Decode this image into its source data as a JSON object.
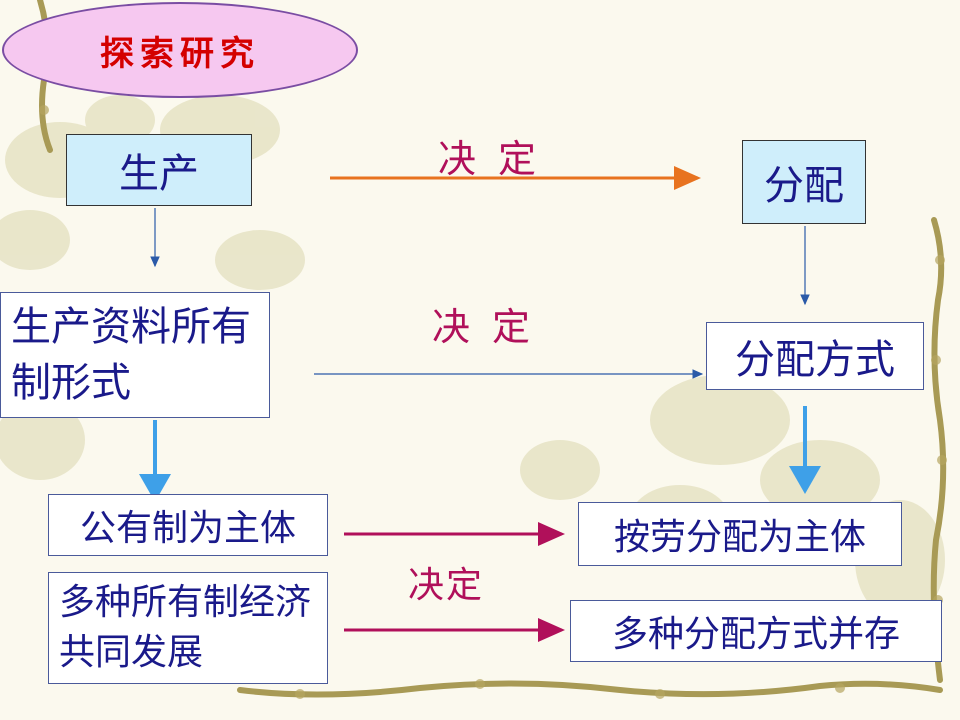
{
  "title": "探索研究",
  "boxes": {
    "production": "生产",
    "distribution": "分配",
    "ownership": "生产资料所有制形式",
    "distribution_method": "分配方式",
    "public_main": "公有制为主体",
    "labor_main": "按劳分配为主体",
    "multi_ownership": "多种所有制经济共同发展",
    "multi_distribution": "多种分配方式并存"
  },
  "labels": {
    "decide_1": "决定",
    "decide_2": "决定",
    "decide_3": "决定"
  },
  "colors": {
    "arrow_orange": "#e8731f",
    "arrow_blue": "#2a5aa8",
    "arrow_lightblue": "#3ea0e8",
    "arrow_magenta": "#b0105a",
    "label_color": "#b0105a",
    "title_color": "#d40000",
    "box_text": "#1a1a8a"
  }
}
